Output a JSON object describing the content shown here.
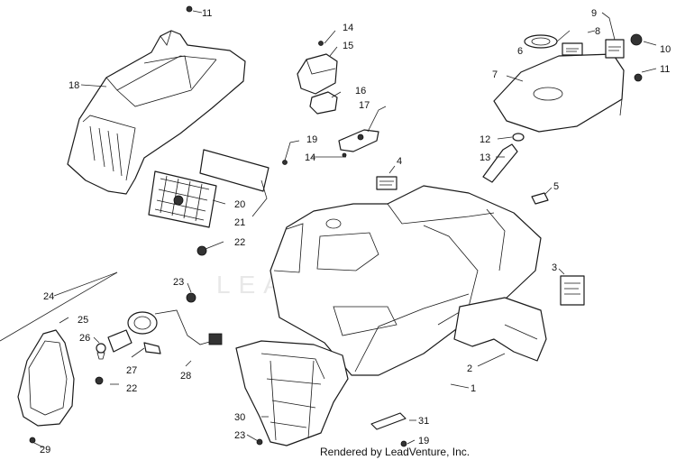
{
  "diagram": {
    "watermark_text": "LEADVENTURE",
    "credit": "Rendered by LeadVenture, Inc.",
    "callouts": {
      "c1": "1",
      "c2": "2",
      "c3": "3",
      "c4": "4",
      "c5": "5",
      "c6": "6",
      "c7": "7",
      "c8": "8",
      "c9": "9",
      "c10": "10",
      "c11a": "11",
      "c11b": "11",
      "c12": "12",
      "c13": "13",
      "c14a": "14",
      "c14b": "14",
      "c15": "15",
      "c16": "16",
      "c17": "17",
      "c18": "18",
      "c19a": "19",
      "c19b": "19",
      "c20": "20",
      "c21": "21",
      "c22a": "22",
      "c22b": "22",
      "c23a": "23",
      "c23b": "23",
      "c24": "24",
      "c25": "25",
      "c26": "26",
      "c27": "27",
      "c28": "28",
      "c29": "29",
      "c30": "30",
      "c31": "31"
    }
  }
}
